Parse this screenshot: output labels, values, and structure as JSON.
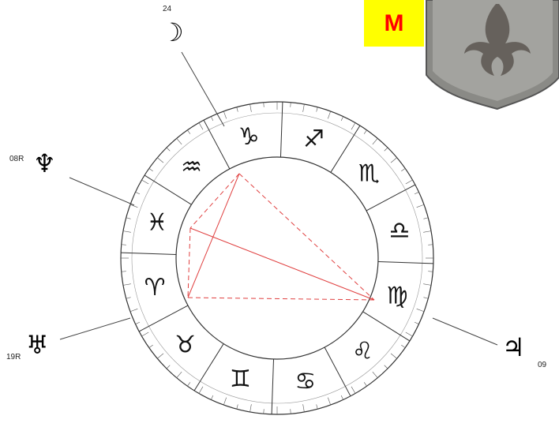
{
  "badge": {
    "letter": "M",
    "bg": "#ffff00",
    "color": "#ff0000"
  },
  "crest": {
    "icon": "fleur-de-lis-shield-icon"
  },
  "zodiac": {
    "signs": [
      {
        "name": "capricorn",
        "glyph": "♑"
      },
      {
        "name": "sagittarius",
        "glyph": "♐"
      },
      {
        "name": "scorpio",
        "glyph": "♏"
      },
      {
        "name": "libra",
        "glyph": "♎"
      },
      {
        "name": "virgo",
        "glyph": "♍"
      },
      {
        "name": "leo",
        "glyph": "♌"
      },
      {
        "name": "cancer",
        "glyph": "♋"
      },
      {
        "name": "gemini",
        "glyph": "♊"
      },
      {
        "name": "taurus",
        "glyph": "♉"
      },
      {
        "name": "aries",
        "glyph": "♈"
      },
      {
        "name": "pisces",
        "glyph": "♓"
      },
      {
        "name": "aquarius",
        "glyph": "♒"
      }
    ]
  },
  "planets": [
    {
      "name": "moon",
      "glyph": "☽",
      "label": "24"
    },
    {
      "name": "neptune",
      "glyph": "♆",
      "label": "08R"
    },
    {
      "name": "uranus",
      "glyph": "♅",
      "label": "19R"
    },
    {
      "name": "jupiter",
      "glyph": "♃",
      "label": "09"
    }
  ],
  "colors": {
    "aspect_line": "#e04040",
    "wheel_line": "#333333"
  }
}
